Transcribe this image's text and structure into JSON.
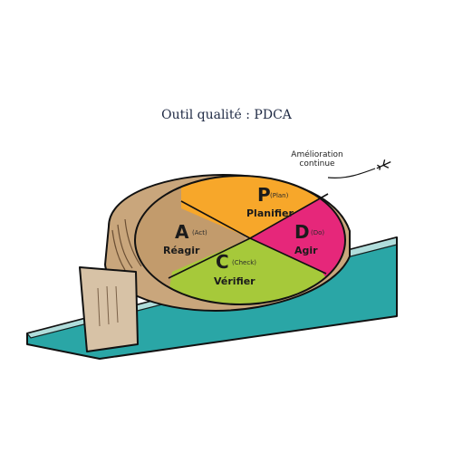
{
  "title": "Outil qualité : PDCA",
  "annotation": {
    "line1": "Amélioration",
    "line2": "continue"
  },
  "quadrants": [
    {
      "key": "plan",
      "letter": "P",
      "sub": "(Plan)",
      "word": "Planifier",
      "color": "#f7a72a"
    },
    {
      "key": "do",
      "letter": "D",
      "sub": "(Do)",
      "word": "Agir",
      "color": "#e6277a"
    },
    {
      "key": "check",
      "letter": "C",
      "sub": "(Check)",
      "word": "Vérifier",
      "color": "#a6c93a"
    },
    {
      "key": "act",
      "letter": "A",
      "sub": "(Act)",
      "word": "Réagir",
      "color": "#c29b6c"
    }
  ],
  "colors": {
    "ramp": "#2aa6a6",
    "wedge": "#d7c2a6",
    "wheel_side": "#c9a67c"
  },
  "icons": [
    "airplane-icon",
    "arrow-icon"
  ]
}
